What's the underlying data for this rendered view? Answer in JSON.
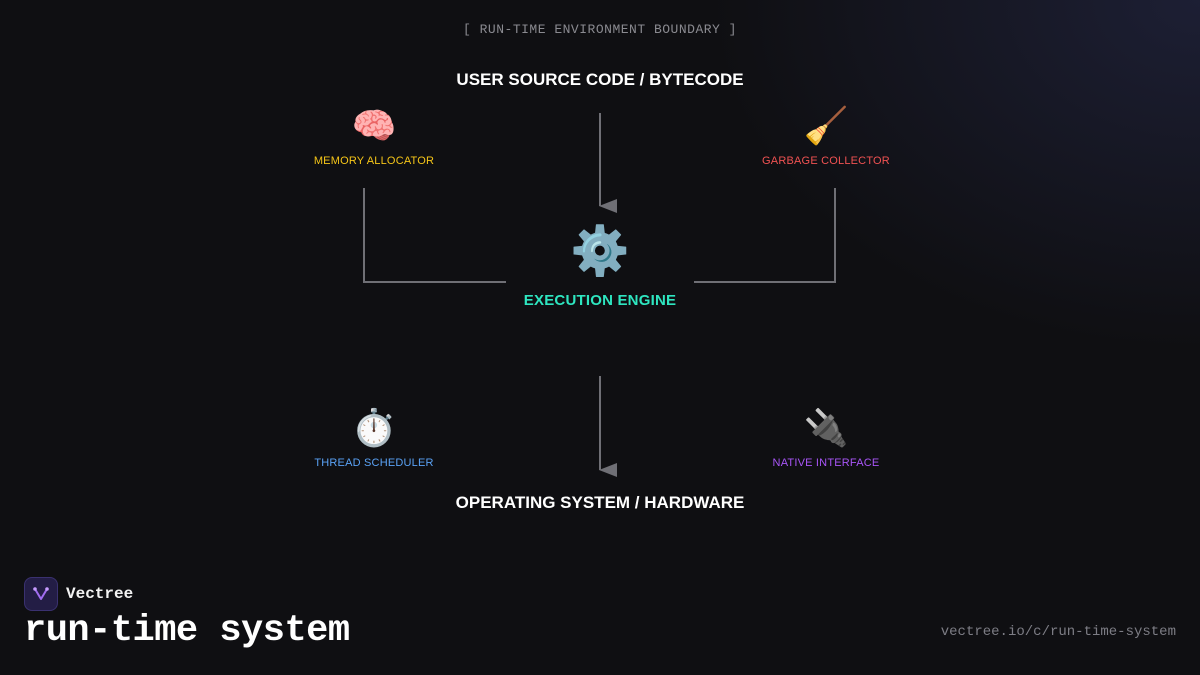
{
  "boundary_label": "[ RUN-TIME ENVIRONMENT BOUNDARY ]",
  "top_heading": "USER SOURCE CODE / BYTECODE",
  "bottom_heading": "OPERATING SYSTEM / HARDWARE",
  "nodes": {
    "memory": {
      "icon": "🧠",
      "icon_name": "brain-icon",
      "label": "MEMORY ALLOCATOR",
      "color": "#f5c518"
    },
    "gc": {
      "icon": "🧹",
      "icon_name": "broom-icon",
      "label": "GARBAGE COLLECTOR",
      "color": "#f05252"
    },
    "engine": {
      "icon": "⚙️",
      "icon_name": "gear-icon",
      "label": "EXECUTION ENGINE",
      "color": "#2ee6c0"
    },
    "scheduler": {
      "icon": "⏱️",
      "icon_name": "stopwatch-icon",
      "label": "THREAD SCHEDULER",
      "color": "#5aa2f5"
    },
    "native": {
      "icon": "🔌",
      "icon_name": "plug-icon",
      "label": "NATIVE INTERFACE",
      "color": "#a855f7"
    }
  },
  "colors": {
    "wire": "#6f6f75",
    "background": "#0f0f12"
  },
  "footer": {
    "brand": "Vectree",
    "title": "run-time system",
    "url": "vectree.io/c/run-time-system"
  }
}
